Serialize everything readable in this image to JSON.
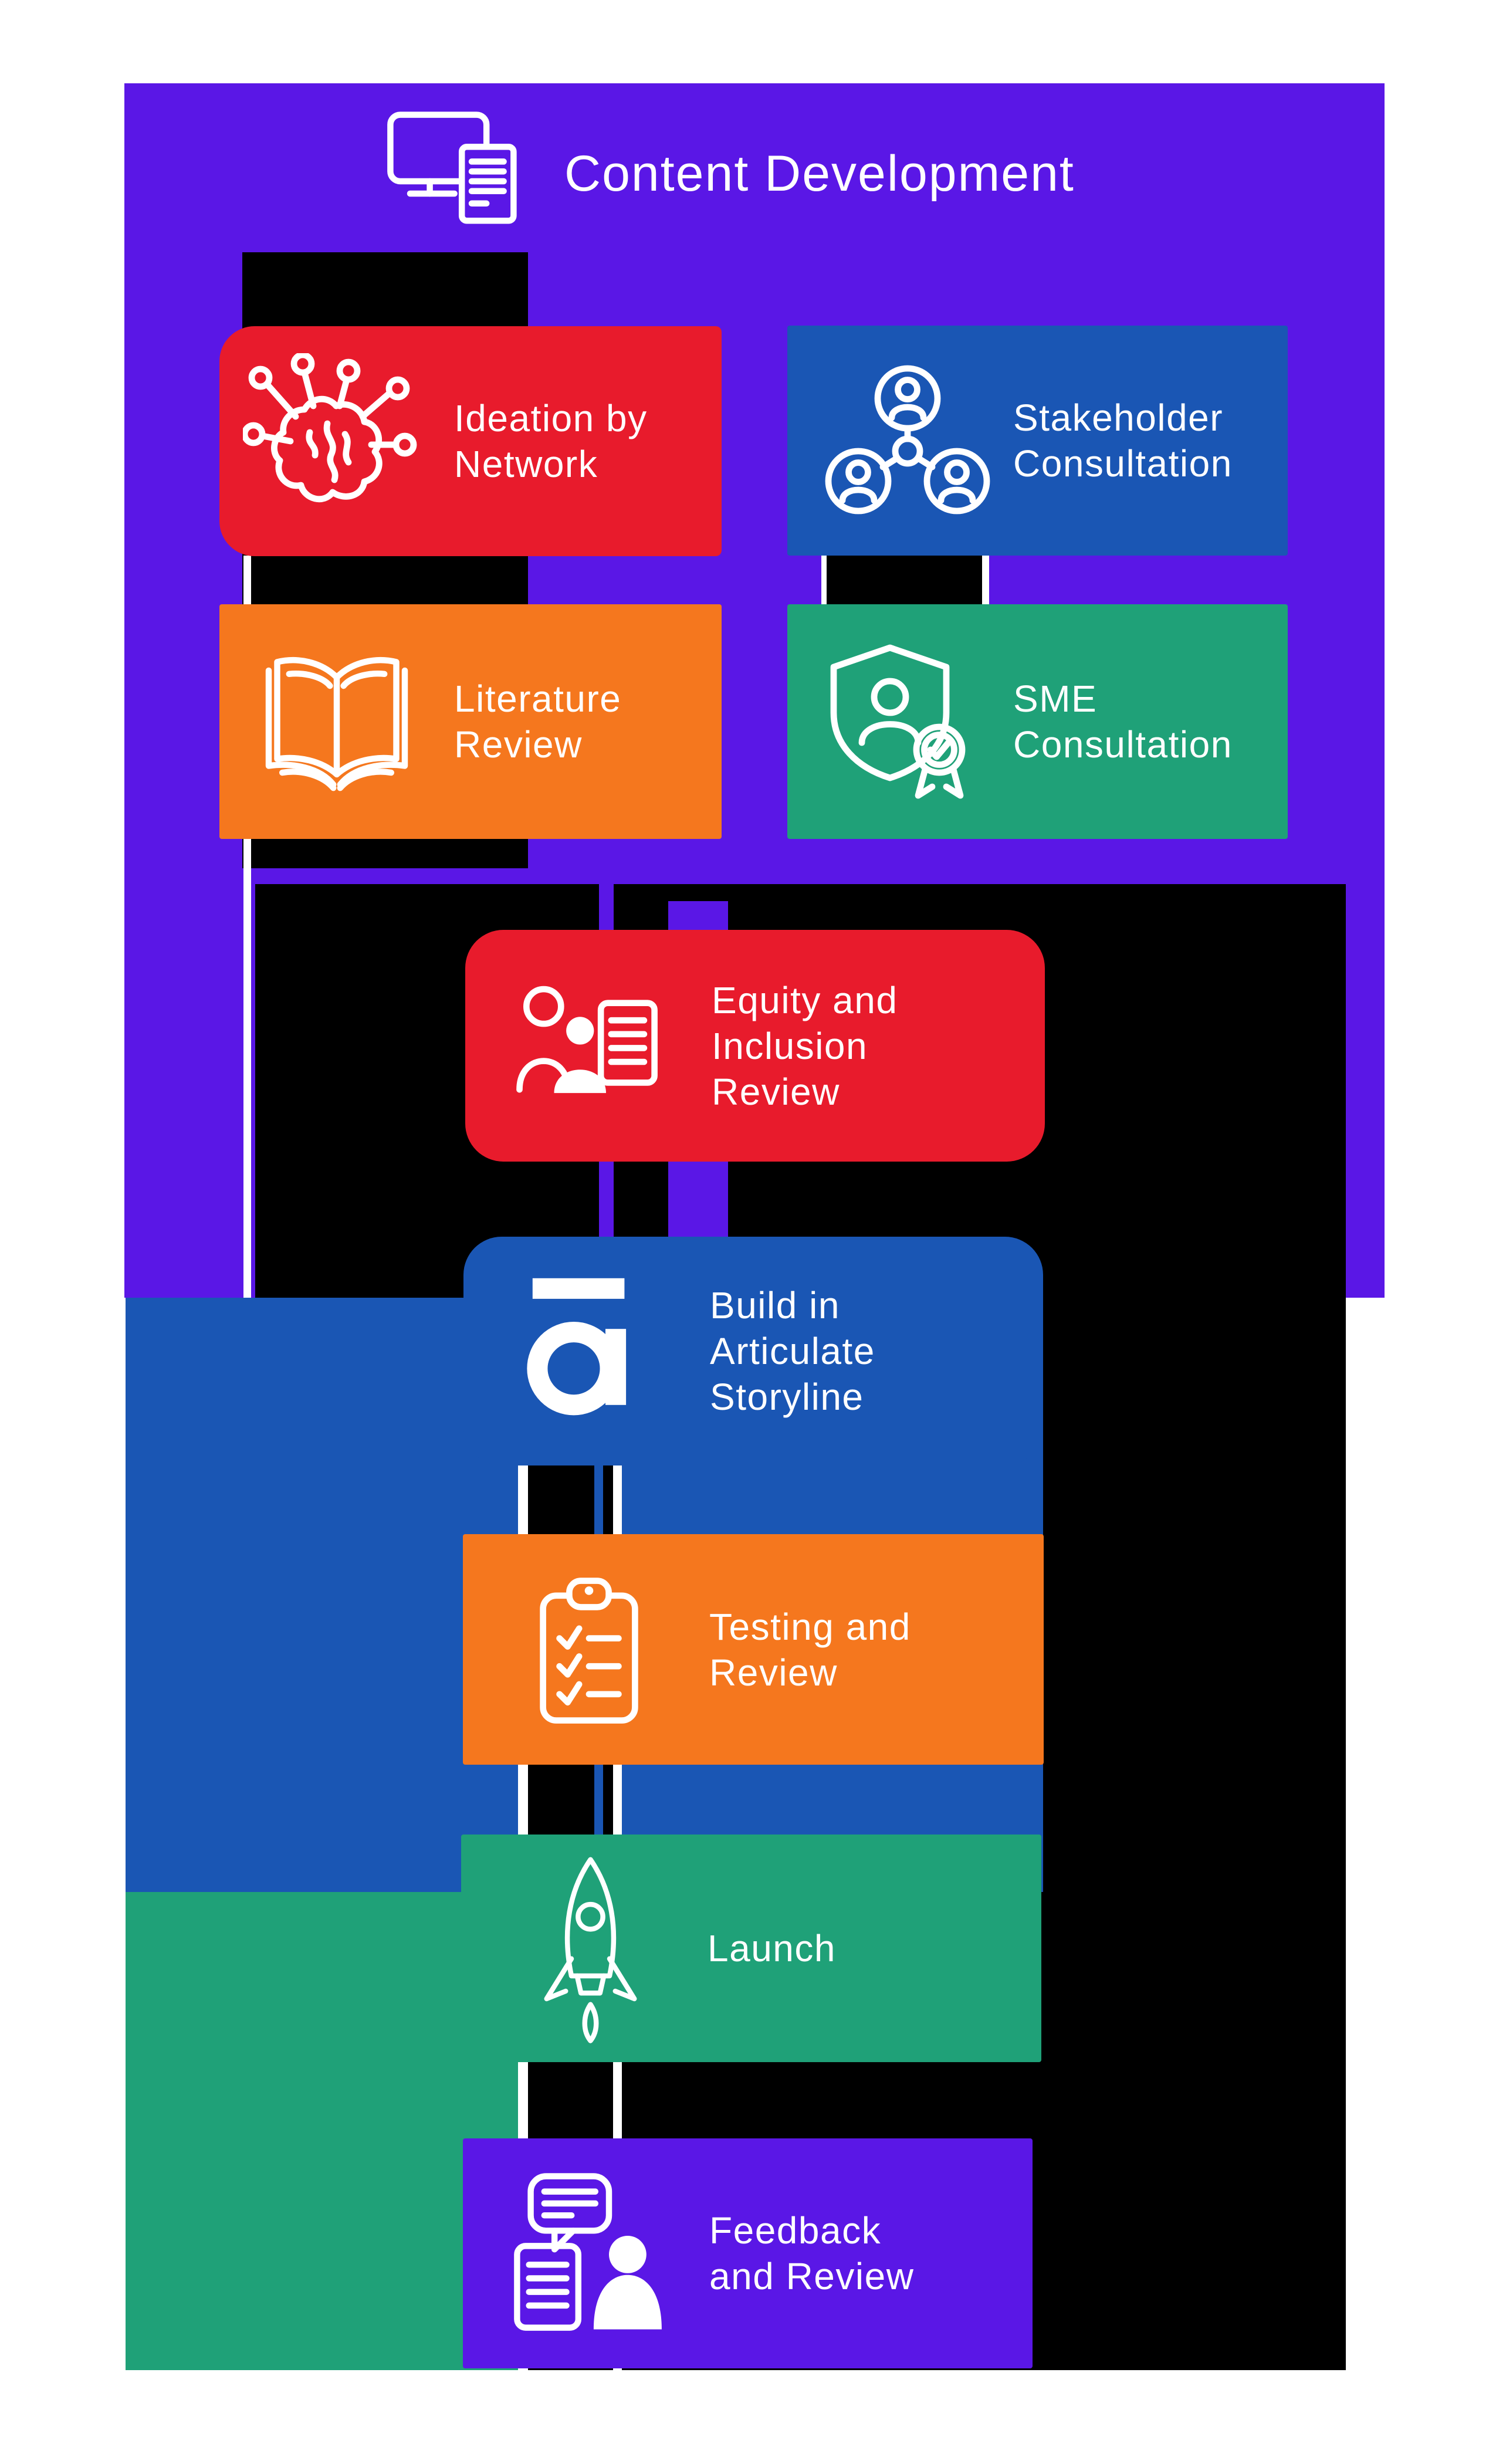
{
  "title": {
    "label": "Content Development",
    "icon": "monitor-documents-icon"
  },
  "palette": {
    "purple": "#5A17E6",
    "red": "#E81B2C",
    "blue": "#1A56B4",
    "orange": "#F5771E",
    "green": "#1FA178",
    "black": "#000000",
    "white": "#FFFFFF"
  },
  "steps": [
    {
      "label": "Ideation by\nNetwork",
      "color": "#E81B2C",
      "icon": "brain-network-icon"
    },
    {
      "label": "Stakeholder\nConsultation",
      "color": "#1A56B4",
      "icon": "people-network-icon"
    },
    {
      "label": "Literature\nReview",
      "color": "#F5771E",
      "icon": "open-book-icon"
    },
    {
      "label": "SME\nConsultation",
      "color": "#1FA178",
      "icon": "expert-shield-badge-icon"
    },
    {
      "label": "Equity and\nInclusion\nReview",
      "color": "#E81B2C",
      "icon": "people-document-icon"
    },
    {
      "label": "Build in\nArticulate\nStoryline",
      "color": "#1A56B4",
      "icon": "articulate-logo-icon"
    },
    {
      "label": "Testing and\nReview",
      "color": "#F5771E",
      "icon": "clipboard-checklist-icon"
    },
    {
      "label": "Launch",
      "color": "#1FA178",
      "icon": "rocket-icon"
    },
    {
      "label": "Feedback\nand Review",
      "color": "#5A17E6",
      "icon": "feedback-person-icon"
    }
  ]
}
